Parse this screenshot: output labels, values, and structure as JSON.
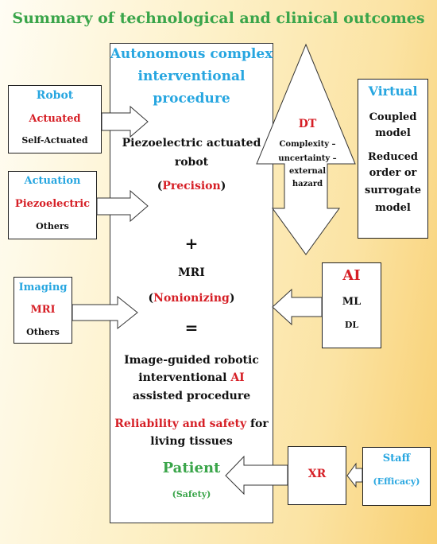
{
  "title": "Summary of technological and clinical outcomes",
  "center": {
    "heading_line1": "Autonomous complex",
    "heading_line2": "interventional",
    "heading_line3": "procedure",
    "robot_line1": "Piezoelectric actuated",
    "robot_line2": "robot",
    "precision_open": "(",
    "precision": "Precision",
    "precision_close": ")",
    "plus": "+",
    "mri": "MRI",
    "nonionizing_open": "(",
    "nonionizing": "Nonionizing",
    "nonionizing_close": ")",
    "equals": "=",
    "result_line1": "Image-guided robotic",
    "result_line2_a": "interventional ",
    "result_line2_ai": "AI",
    "result_line3": "assisted procedure",
    "reliability": "Reliability and safety",
    "reliability_for": " for",
    "living": "living tissues",
    "patient": "Patient",
    "safety": "(Safety)"
  },
  "robot_box": {
    "title": "Robot",
    "item1": "Actuated",
    "item2": "Self-Actuated"
  },
  "actuation_box": {
    "title": "Actuation",
    "item1": "Piezoelectric",
    "item2": "Others"
  },
  "imaging_box": {
    "title": "Imaging",
    "item1": "MRI",
    "item2": "Others"
  },
  "dt": {
    "title": "DT",
    "line1": "Complexity –",
    "line2": "uncertainty –",
    "line3": "external",
    "line4": "hazard"
  },
  "virtual_box": {
    "title": "Virtual",
    "line1": "Coupled",
    "line2": "model",
    "line3": "Reduced",
    "line4": "order or",
    "line5": "surrogate",
    "line6": "model"
  },
  "ai_box": {
    "title": "AI",
    "item1": "ML",
    "item2": "DL"
  },
  "xr_box": {
    "title": "XR"
  },
  "staff_box": {
    "title": "Staff",
    "item1": "(Efficacy)"
  },
  "colors": {
    "blue": "#27a6e0",
    "red": "#d61f26",
    "green": "#3aa54a",
    "background": "#fbe3a3"
  }
}
